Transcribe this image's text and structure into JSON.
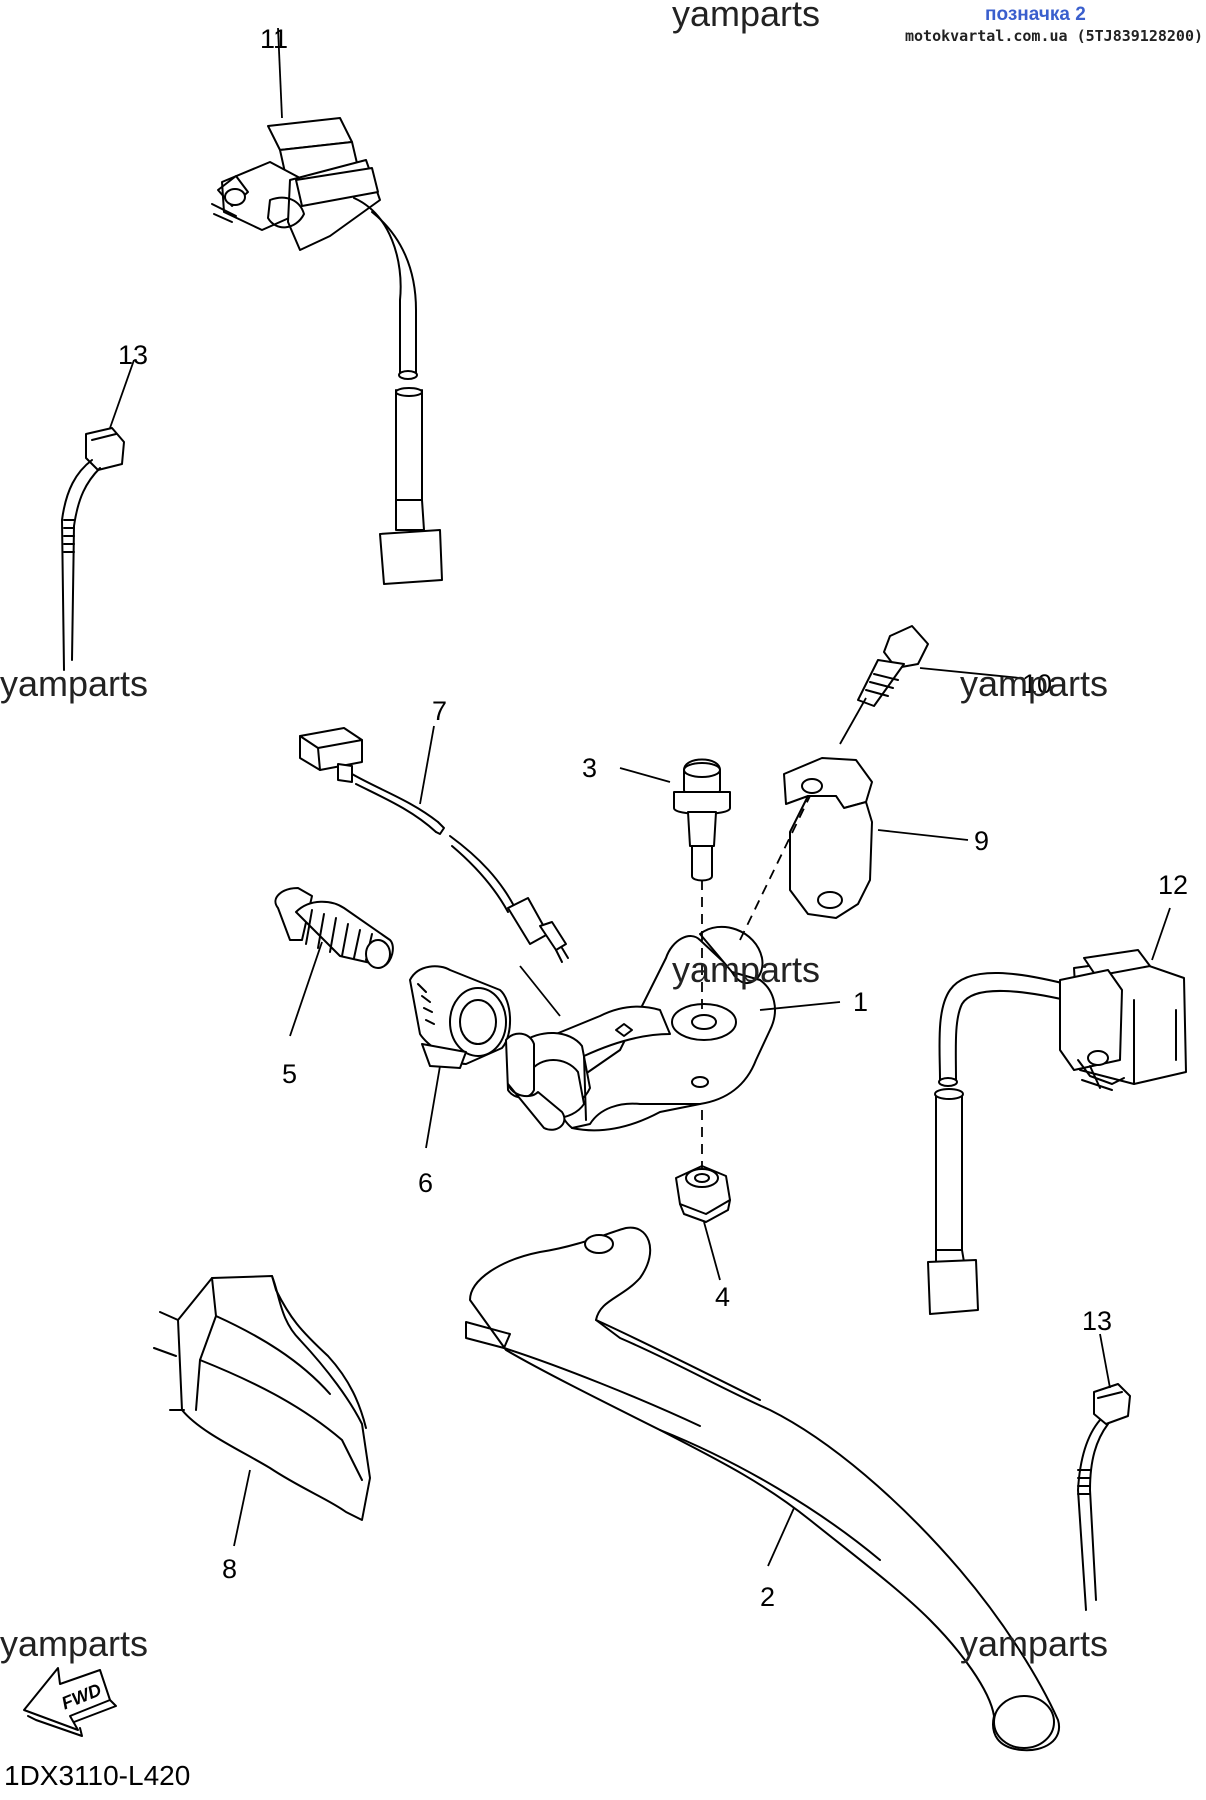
{
  "header": {
    "watermark_top": "yamparts",
    "tag": "позначка 2",
    "source": "motokvartal.com.ua (5TJ839128200)"
  },
  "watermarks": [
    "yamparts",
    "yamparts",
    "yamparts",
    "yamparts",
    "yamparts"
  ],
  "callouts": {
    "p1": "1",
    "p2": "2",
    "p3": "3",
    "p4": "4",
    "p5": "5",
    "p6": "6",
    "p7": "7",
    "p8": "8",
    "p9": "9",
    "p10": "10",
    "p11": "11",
    "p12": "12",
    "p13a": "13",
    "p13b": "13"
  },
  "fwd_badge": "FWD",
  "diagram_code": "1DX3110-L420",
  "colors": {
    "tag": "#3a5fcd",
    "line": "#000000"
  }
}
